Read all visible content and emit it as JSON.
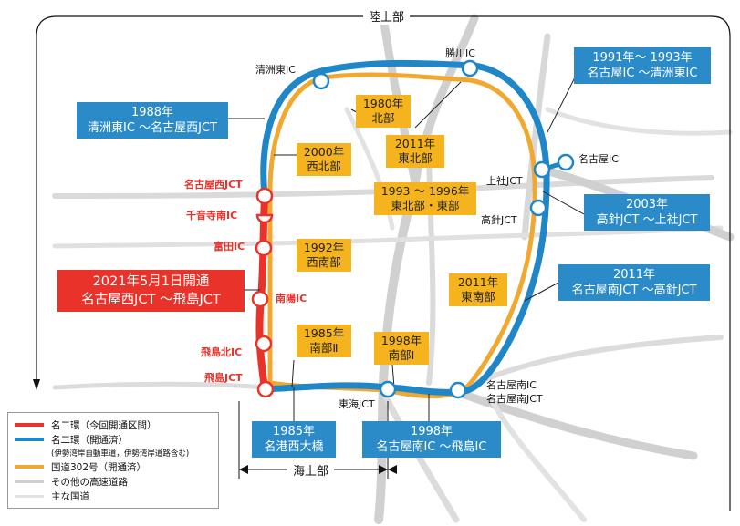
{
  "regions": {
    "land": "陸上部",
    "sea": "海上部"
  },
  "interchanges": {
    "kiyosu_higashi": "清洲東IC",
    "kachigawa": "勝川IC",
    "nagoya_ic": "名古屋IC",
    "kamiyashiro": "上社JCT",
    "takabari": "高針JCT",
    "nagoya_minami_ic": "名古屋南IC",
    "nagoya_minami_jct": "名古屋南JCT",
    "tokai": "東海JCT",
    "nagoya_nishi": "名古屋西JCT",
    "senonji_minami": "千音寺南IC",
    "tomita": "富田IC",
    "nanyo": "南陽IC",
    "tobishima_kita": "飛島北IC",
    "tobishima_jct": "飛島JCT"
  },
  "yellow_labels": {
    "y1980": {
      "year": "1980年",
      "name": "北部"
    },
    "y2000": {
      "year": "2000年",
      "name": "西北部"
    },
    "y2011ne": {
      "year": "2011年",
      "name": "東北部"
    },
    "y1993": {
      "year": "1993 ～ 1996年",
      "name": "東北部・東部"
    },
    "y1992": {
      "year": "1992年",
      "name": "西南部"
    },
    "y2011se": {
      "year": "2011年",
      "name": "東南部"
    },
    "y1985": {
      "year": "1985年",
      "name": "南部Ⅱ"
    },
    "y1998": {
      "year": "1998年",
      "name": "南部Ⅰ"
    }
  },
  "blue_labels": {
    "b1988": {
      "year": "1988年",
      "name": "清洲東IC ～名古屋西JCT"
    },
    "b1991": {
      "year": "1991年～ 1993年",
      "name": "名古屋IC ～清洲東IC"
    },
    "b2003": {
      "year": "2003年",
      "name": "高針JCT ～上社JCT"
    },
    "b2011": {
      "year": "2011年",
      "name": "名古屋南JCT ～高針JCT"
    },
    "b1985": {
      "year": "1985年",
      "name": "名港西大橋"
    },
    "b1998": {
      "year": "1998年",
      "name": "名古屋南IC ～飛島IC"
    }
  },
  "red_label": {
    "line1": "2021年5月1日開通",
    "line2": "名古屋西JCT ～飛島JCT"
  },
  "legend": {
    "red": "名二環（今回開通区間）",
    "blue": "名二環（開通済）",
    "blue_note": "(伊勢湾岸自動車道，伊勢湾岸道路含む)",
    "orange": "国道302号（開通済）",
    "gray_dark": "その他の高速道路",
    "gray_light": "主な国道"
  },
  "colors": {
    "red": "#e8322a",
    "blue": "#1f86c8",
    "orange": "#f0a830",
    "yellow_box": "#f5b41e",
    "blue_box": "#2a8bc8",
    "road_gray": "#cfcfcf",
    "road_light": "#e2e2e2"
  }
}
